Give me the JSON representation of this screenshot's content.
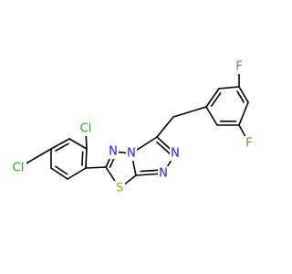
{
  "colors": {
    "background": "#ffffff",
    "bond": "#000000",
    "N": "#1a1aff",
    "S": "#b8a000",
    "Cl": "#22aa22",
    "F": "#4a9e2a"
  },
  "atoms": {
    "s1": "S",
    "n_a": "N",
    "n_b": "N",
    "n_c": "N",
    "n_d": "N",
    "cl_top": "Cl",
    "cl_left": "Cl",
    "f_top": "F",
    "f_bottom": "F"
  }
}
